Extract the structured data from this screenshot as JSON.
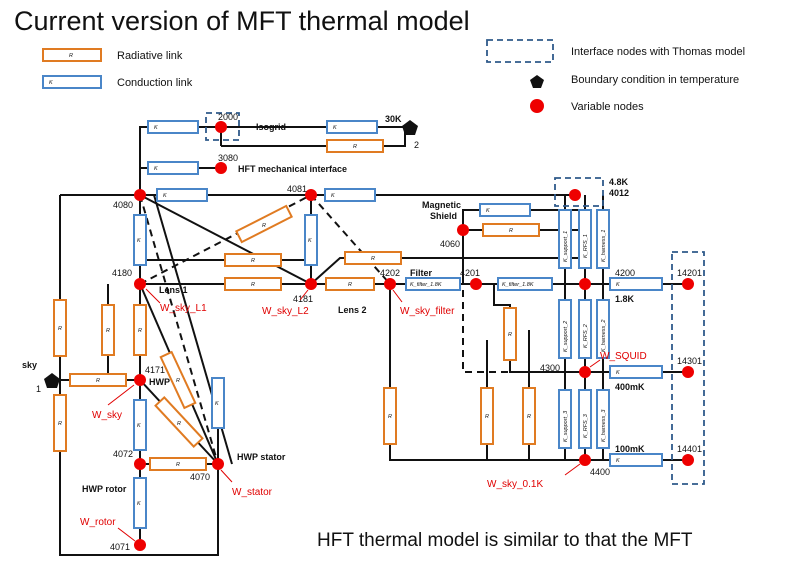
{
  "title": "Current version of MFT thermal model",
  "footer": "HFT thermal model is similar to that the MFT",
  "legend": {
    "radiative_box": "R",
    "radiative_text": "Radiative link",
    "conduction_box": "K",
    "conduction_text": "Conduction link",
    "interface_text": "Interface nodes  with Thomas model",
    "boundary_text": "Boundary condition in temperature",
    "variable_text": "Variable nodes"
  },
  "nodes": {
    "n2000": "2000",
    "n3080": "3080",
    "n4080": "4080",
    "n4081": "4081",
    "n4180": "4180",
    "n4181": "4181",
    "n4202": "4202",
    "n4201": "4201",
    "n4200": "4200",
    "n4012": "4012",
    "n4060": "4060",
    "n14201": "14201",
    "n14301": "14301",
    "n14401": "14401",
    "n4300": "4300",
    "n4400": "4400",
    "n4171": "4171",
    "n4072": "4072",
    "n4070": "4070",
    "n4071": "4071",
    "n1": "1",
    "n2": "2"
  },
  "labels": {
    "isogrid": "Isogrid",
    "k30": "30K",
    "hft_interface": "HFT mechanical interface",
    "lens1": "Lens 1",
    "lens2": "Lens 2",
    "filter": "Filter",
    "magnetic": "Magnetic",
    "shield": "Shield",
    "k48": "4.8K",
    "k18": "1.8K",
    "mk400": "400mK",
    "mk100": "100mK",
    "sky": "sky",
    "hwp": "HWP",
    "hwp_stator": "HWP stator",
    "hwp_rotor": "HWP rotor"
  },
  "loads": {
    "w_sky_l1": "W_sky_L1",
    "w_sky_l2": "W_sky_L2",
    "w_sky_filter": "W_sky_filter",
    "w_squid": "W_SQUID",
    "w_sky": "W_sky",
    "w_stator": "W_stator",
    "w_rotor": "W_rotor",
    "w_sky_01k": "W_sky_0.1K"
  },
  "link_texts": {
    "r": "R",
    "k": "K",
    "k_filter": "K_filter_1.8K",
    "k_support_1": "K_support_1",
    "k_rfs_1": "K_RFS_1",
    "k_harness_1": "K_harness_1",
    "k_support_2": "K_support_2",
    "k_rfs_2": "K_RFS_2",
    "k_harness_2": "K_harness_2",
    "k_support_3": "K_support_3",
    "k_rfs_3": "K_RFS_3",
    "k_harness_3": "K_harness_3"
  },
  "colors": {
    "radiative": "#e07b22",
    "conduction": "#4a86c8",
    "variable_node": "#ee0000",
    "interface": "#2f5a8a",
    "load_text": "#e00000"
  }
}
